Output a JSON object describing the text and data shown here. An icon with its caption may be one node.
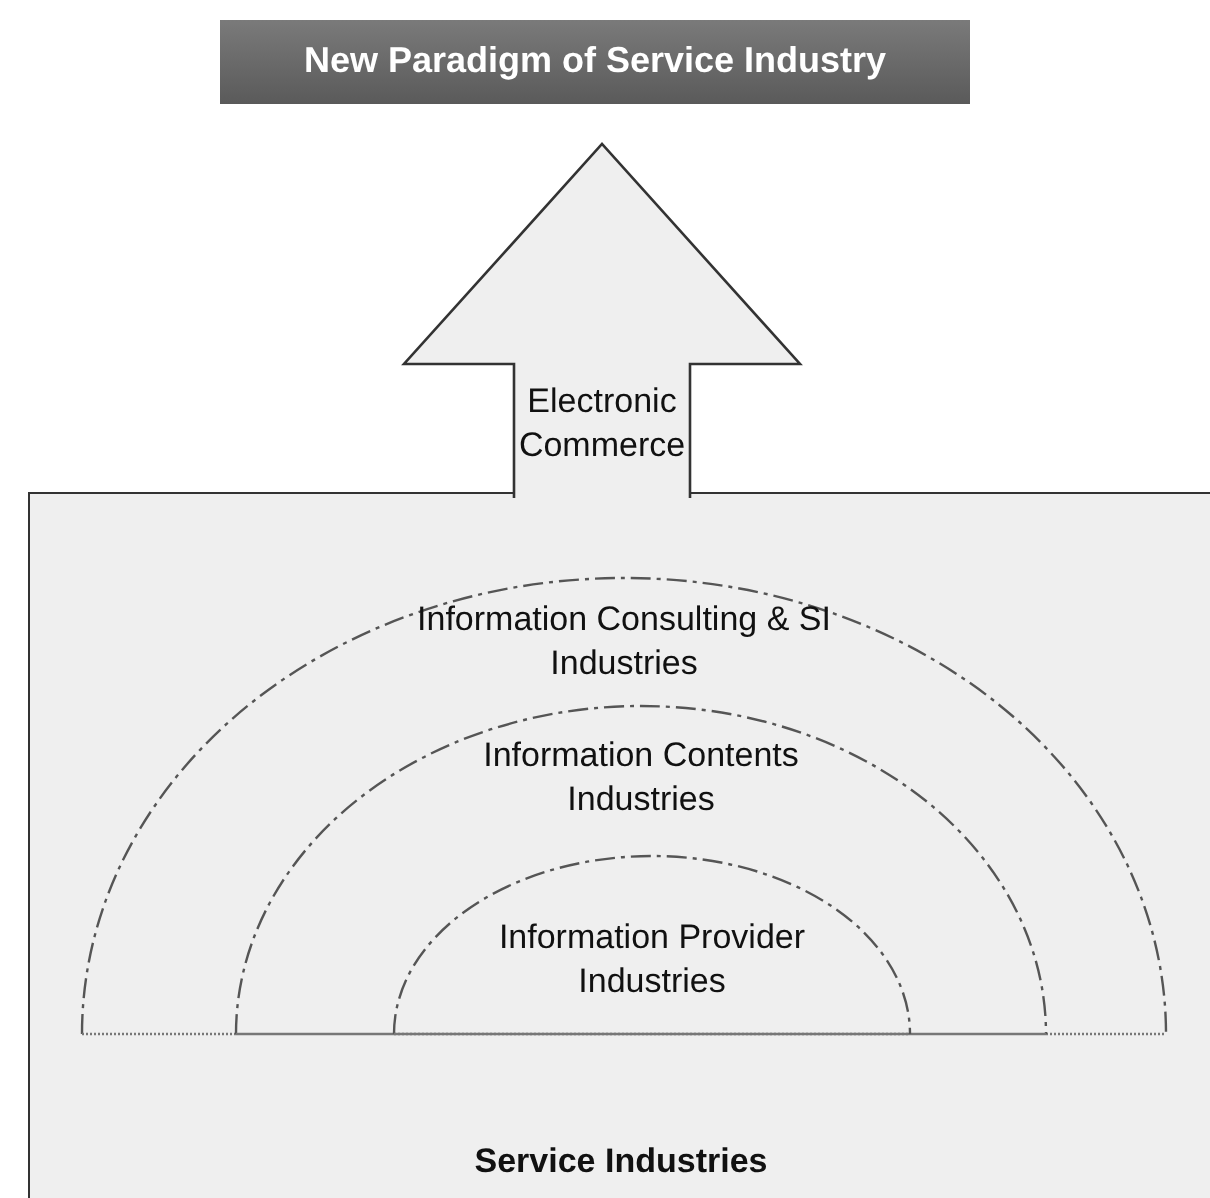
{
  "diagram": {
    "nodes": [
      {
        "text": [
          "New Paradigm of Service Industry"
        ]
      },
      {
        "text": [
          "Electronic Commerce"
        ]
      },
      {
        "text": [
          "Service Industries"
        ]
      },
      {
        "text": [
          "Information Consulting & SI Industries"
        ],
        "in": 2
      },
      {
        "text": [
          "Information Contents Industries"
        ],
        "in": 3
      },
      {
        "text": [
          "Information Provider Industries"
        ],
        "in": 4
      }
    ]
  }
}
